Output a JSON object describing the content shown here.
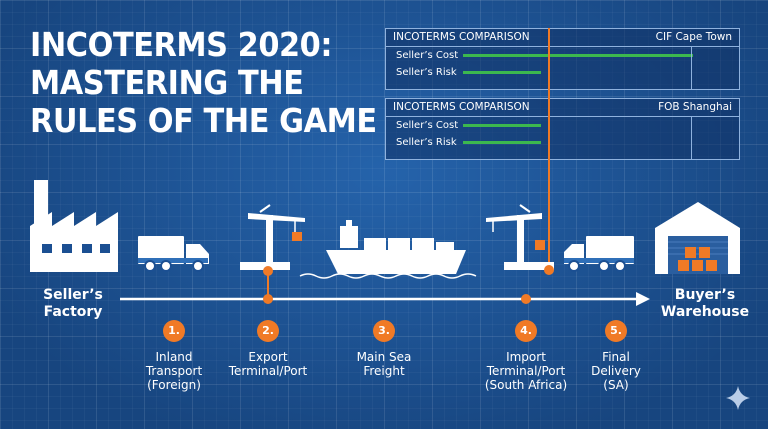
{
  "title_lines": [
    "INCOTERMS 2020:",
    "MASTERING THE",
    "RULES OF THE GAME"
  ],
  "panels": [
    {
      "header": "INCOTERMS COMPARISON",
      "place": "CIF Cape Town",
      "rows": [
        {
          "label": "Seller’s Cost",
          "fraction": 0.88
        },
        {
          "label": "Seller’s Risk",
          "fraction": 0.3
        }
      ]
    },
    {
      "header": "INCOTERMS COMPARISON",
      "place": "FOB Shanghai",
      "rows": [
        {
          "label": "Seller’s Cost",
          "fraction": 0.3
        },
        {
          "label": "Seller’s Risk",
          "fraction": 0.3
        }
      ]
    }
  ],
  "route": {
    "start": [
      "Seller’s",
      "Factory"
    ],
    "end": [
      "Buyer’s",
      "Warehouse"
    ]
  },
  "steps": [
    {
      "num": "1.",
      "lines": [
        "Inland",
        "Transport",
        "(Foreign)"
      ]
    },
    {
      "num": "2.",
      "lines": [
        "Export",
        "Terminal/Port"
      ]
    },
    {
      "num": "3.",
      "lines": [
        "Main Sea",
        "Freight"
      ]
    },
    {
      "num": "4.",
      "lines": [
        "Import",
        "Terminal/Port",
        "(South Africa)"
      ]
    },
    {
      "num": "5.",
      "lines": [
        "Final",
        "Delivery",
        "(SA)"
      ]
    }
  ],
  "colors": {
    "accent": "#f07a26",
    "bar": "#3cb84e",
    "line": "#ffffff"
  },
  "icons": [
    "factory-icon",
    "truck-icon",
    "crane-icon",
    "ship-icon",
    "warehouse-icon",
    "sparkle-icon"
  ]
}
